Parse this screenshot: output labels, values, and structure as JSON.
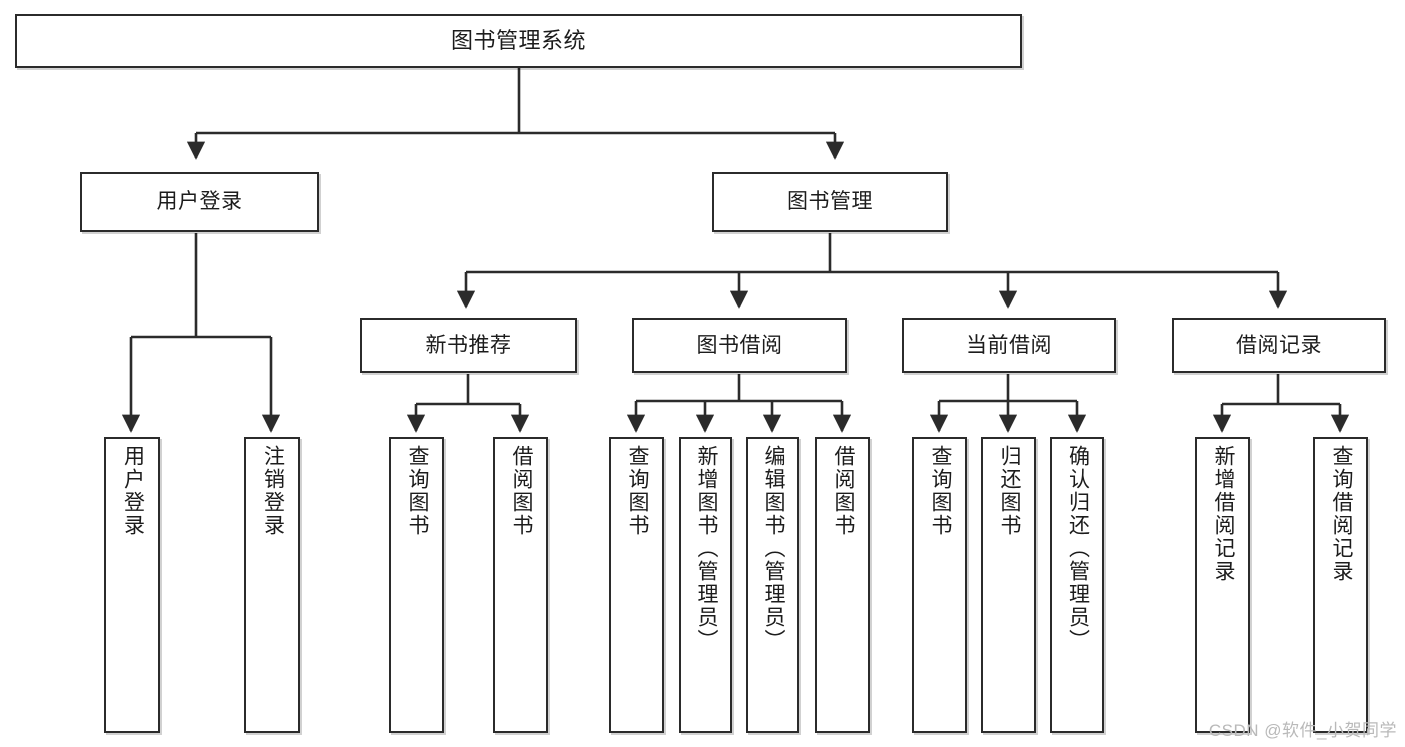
{
  "diagram": {
    "title": "图书管理系统",
    "watermark": "CSDN @软件_小贺同学",
    "line_color": "#2b2b2b",
    "box_fill": "#ffffff",
    "text_color": "#1c1c1c"
  },
  "nodes": {
    "root": {
      "label": "图书管理系统"
    },
    "level2": [
      {
        "label": "用户登录"
      },
      {
        "label": "图书管理"
      }
    ],
    "level3": [
      {
        "label": "新书推荐"
      },
      {
        "label": "图书借阅"
      },
      {
        "label": "当前借阅"
      },
      {
        "label": "借阅记录"
      }
    ],
    "leaves": {
      "user_login": [
        {
          "label": "用户登录"
        },
        {
          "label": "注销登录"
        }
      ],
      "new_book_recommend": [
        {
          "label": "查询图书"
        },
        {
          "label": "借阅图书"
        }
      ],
      "book_borrow": [
        {
          "label": "查询图书"
        },
        {
          "label": "新增图书（管理员）"
        },
        {
          "label": "编辑图书（管理员）"
        },
        {
          "label": "借阅图书"
        }
      ],
      "current_borrow": [
        {
          "label": "查询图书"
        },
        {
          "label": "归还图书"
        },
        {
          "label": "确认归还（管理员）"
        }
      ],
      "borrow_record": [
        {
          "label": "新增借阅记录"
        },
        {
          "label": "查询借阅记录"
        }
      ]
    }
  }
}
